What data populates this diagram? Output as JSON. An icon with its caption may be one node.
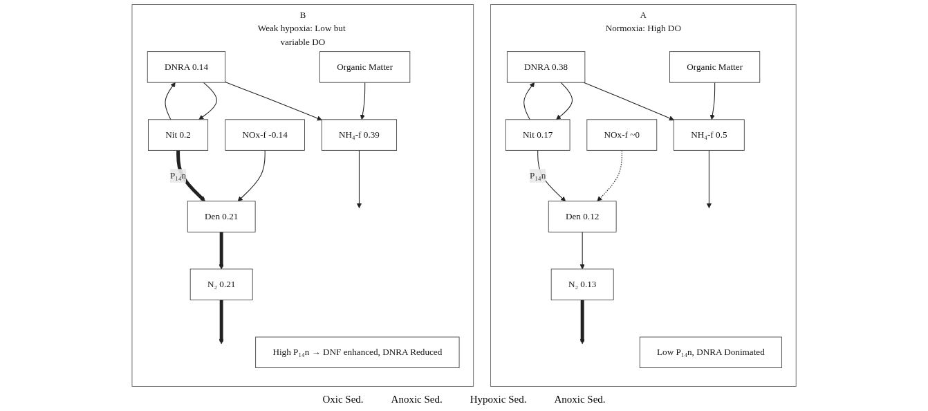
{
  "diagram": {
    "nodes": [
      {
        "text": [
          "A",
          "Normoxia: High DO"
        ]
      },
      {
        "text": [
          "NOx-f ~0"
        ],
        "in": 0
      },
      {
        "text": [
          "NH₄-f 0.5"
        ],
        "in": 0
      },
      {
        "text": [
          "Organic Matter"
        ],
        "in": 0
      },
      {
        "text": [
          "N₂ 0.13"
        ],
        "in": 0
      },
      {
        "text": [
          "DNRA 0.38"
        ],
        "in": 0
      },
      {
        "text": [
          "Nit 0.17"
        ],
        "in": 0
      },
      {
        "text": [
          "Den 0.12"
        ],
        "in": 0
      },
      {
        "text": [
          "Low P₁₄n, DNRA Donimated"
        ],
        "in": 0
      },
      {
        "text": [
          "B",
          "Weak hypoxia: Low but variable DO"
        ]
      },
      {
        "text": [
          "NOx-f -0.14"
        ],
        "in": 9
      },
      {
        "text": [
          "NH₄-f 0.39"
        ],
        "in": 9
      },
      {
        "text": [
          "Organic Matter"
        ],
        "in": 9
      },
      {
        "text": [
          "N₂ 0.21"
        ],
        "in": 9
      },
      {
        "text": [
          "DNRA 0.14"
        ],
        "in": 9
      },
      {
        "text": [
          "Nit 0.2"
        ],
        "in": 9
      },
      {
        "text": [
          "Den 0.21"
        ],
        "in": 9
      },
      {
        "text": [
          "High P₁₄n → DNF enhanced, DNRA Reduced"
        ],
        "in": 9
      }
    ],
    "edges": [
      {
        "from": 1,
        "to": 7,
        "arrow": "to",
        "style": "dashed"
      },
      {
        "from": 7,
        "to": 4,
        "arrow": "to"
      },
      {
        "from": 4,
        "to": null,
        "arrow": "to",
        "style": "thick"
      },
      {
        "from": 3,
        "to": 2,
        "arrow": "to"
      },
      {
        "from": 5,
        "to": 2,
        "arrow": "to"
      },
      {
        "from": 2,
        "to": null,
        "arrow": "to"
      },
      {
        "from": 5,
        "to": 6,
        "arrow": "to"
      },
      {
        "from": 6,
        "to": 7,
        "arrow": "to",
        "label": "P₁₄n"
      },
      {
        "from": 6,
        "to": 5,
        "arrow": "to"
      },
      {
        "from": 10,
        "to": 16,
        "arrow": "to"
      },
      {
        "from": 16,
        "to": 13,
        "arrow": "to",
        "style": "thick"
      },
      {
        "from": 13,
        "to": null,
        "arrow": "to",
        "style": "thick"
      },
      {
        "from": 12,
        "to": 11,
        "arrow": "to"
      },
      {
        "from": 14,
        "to": 11,
        "arrow": "to"
      },
      {
        "from": 11,
        "to": null,
        "arrow": "to"
      },
      {
        "from": 14,
        "to": 15,
        "arrow": "to"
      },
      {
        "from": 15,
        "to": 16,
        "arrow": "to",
        "style": "thick",
        "label": "P₁₄n"
      },
      {
        "from": 15,
        "to": 14,
        "arrow": "to"
      }
    ],
    "labels": [
      "Oxic Sed.",
      "Anoxic Sed.",
      "Hypoxic Sed.",
      "Anoxic Sed."
    ]
  }
}
